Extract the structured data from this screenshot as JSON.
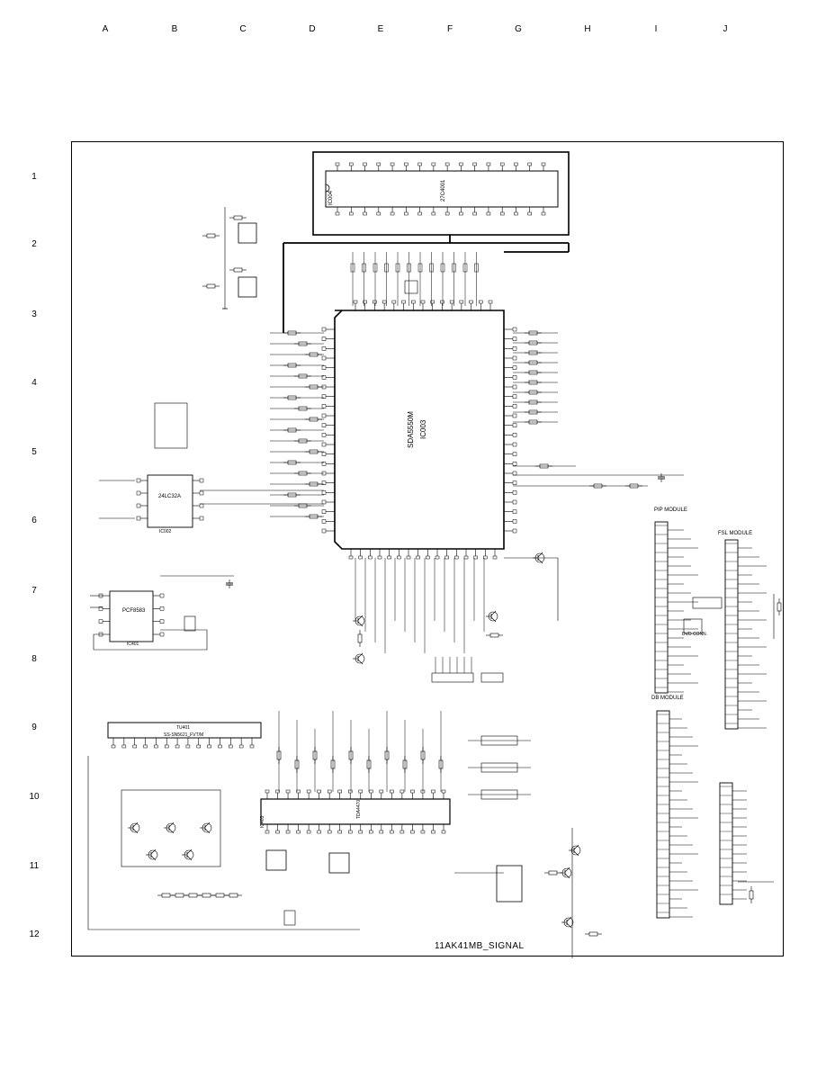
{
  "grid": {
    "columns": [
      "A",
      "B",
      "C",
      "D",
      "E",
      "F",
      "G",
      "H",
      "I",
      "J"
    ],
    "rows": [
      "1",
      "2",
      "3",
      "4",
      "5",
      "6",
      "7",
      "8",
      "9",
      "10",
      "11",
      "12"
    ]
  },
  "components": {
    "eeprom_top": {
      "name": "IC004",
      "part": "27C4001"
    },
    "main_ic": {
      "part": "SDA5550M",
      "ref": "IC003"
    },
    "ic_left_mid": {
      "part": "24LC32A",
      "ref": "IC002"
    },
    "ic_left_low": {
      "part": "PCF8583",
      "ref": "IC401"
    },
    "tuner_box": {
      "ref": "TU401",
      "part": "SS-SN5621_FVT/M"
    },
    "audio_ic": {
      "ref": "IC403",
      "part": "TDA4470"
    }
  },
  "modules": {
    "pip": "PIP MODULE",
    "fsl": "FSL MODULE",
    "dvd_conn": "DVD CONN.",
    "db": "DB MODULE"
  },
  "footer_title": "11AK41MB_SIGNAL"
}
